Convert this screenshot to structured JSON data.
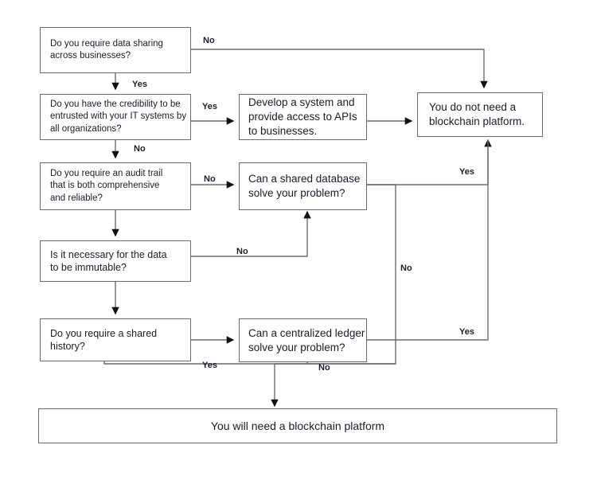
{
  "diagram": {
    "title": "Blockchain platform decision flowchart",
    "line_color": "#6b6b6b",
    "text_color": "#1b1b2b",
    "background": "#ffffff"
  },
  "nodes": {
    "data_sharing": "Do you require data sharing\n across businesses?",
    "credibility": "Do you have the credibility to be\n entrusted with your IT systems by\nall organizations?",
    "audit_trail": "Do you require an audit trail\nthat is both comprehensive\n and reliable?",
    "immutable": "Is it necessary for the data\n to be immutable?",
    "shared_history": "Do you require a shared\n history?",
    "develop_system": "Develop a system and\nprovide access to APIs\n to businesses.",
    "shared_database": "Can a shared database\nsolve your problem?",
    "centralized_ledger": "Can a centralized ledger\nsolve your problem?",
    "no_blockchain": "You do not need a\nblockchain platform.",
    "need_blockchain": "You will need a blockchain platform"
  },
  "edge_labels": {
    "data_sharing_no": "No",
    "data_sharing_yes": "Yes",
    "credibility_yes": "Yes",
    "credibility_no": "No",
    "audit_trail_no": "No",
    "immutable_no": "No",
    "shared_database_yes": "Yes",
    "shared_database_no": "No",
    "shared_history_yes": "Yes",
    "centralized_ledger_yes": "Yes",
    "centralized_ledger_no": "No"
  }
}
